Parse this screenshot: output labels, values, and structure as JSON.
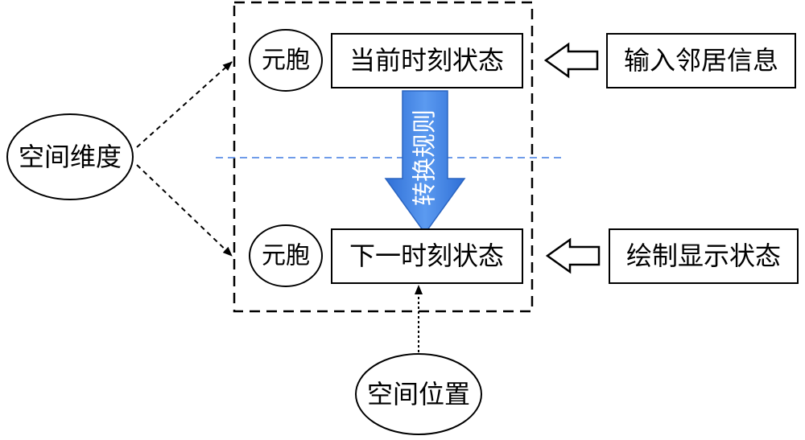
{
  "nodes": {
    "cell_top": "元胞",
    "current_state": "当前时刻状态",
    "neighbor_input": "输入邻居信息",
    "cell_bottom": "元胞",
    "next_state": "下一时刻状态",
    "draw_display": "绘制显示状态",
    "space_dimension": "空间维度",
    "space_position": "空间位置",
    "transition_rule": "转换规则"
  },
  "colors": {
    "line": "#000000",
    "divider": "#5b8ee6",
    "arrow_fill": "#3f7fe0",
    "arrow_stroke": "#2a64c0",
    "background": "#ffffff"
  }
}
